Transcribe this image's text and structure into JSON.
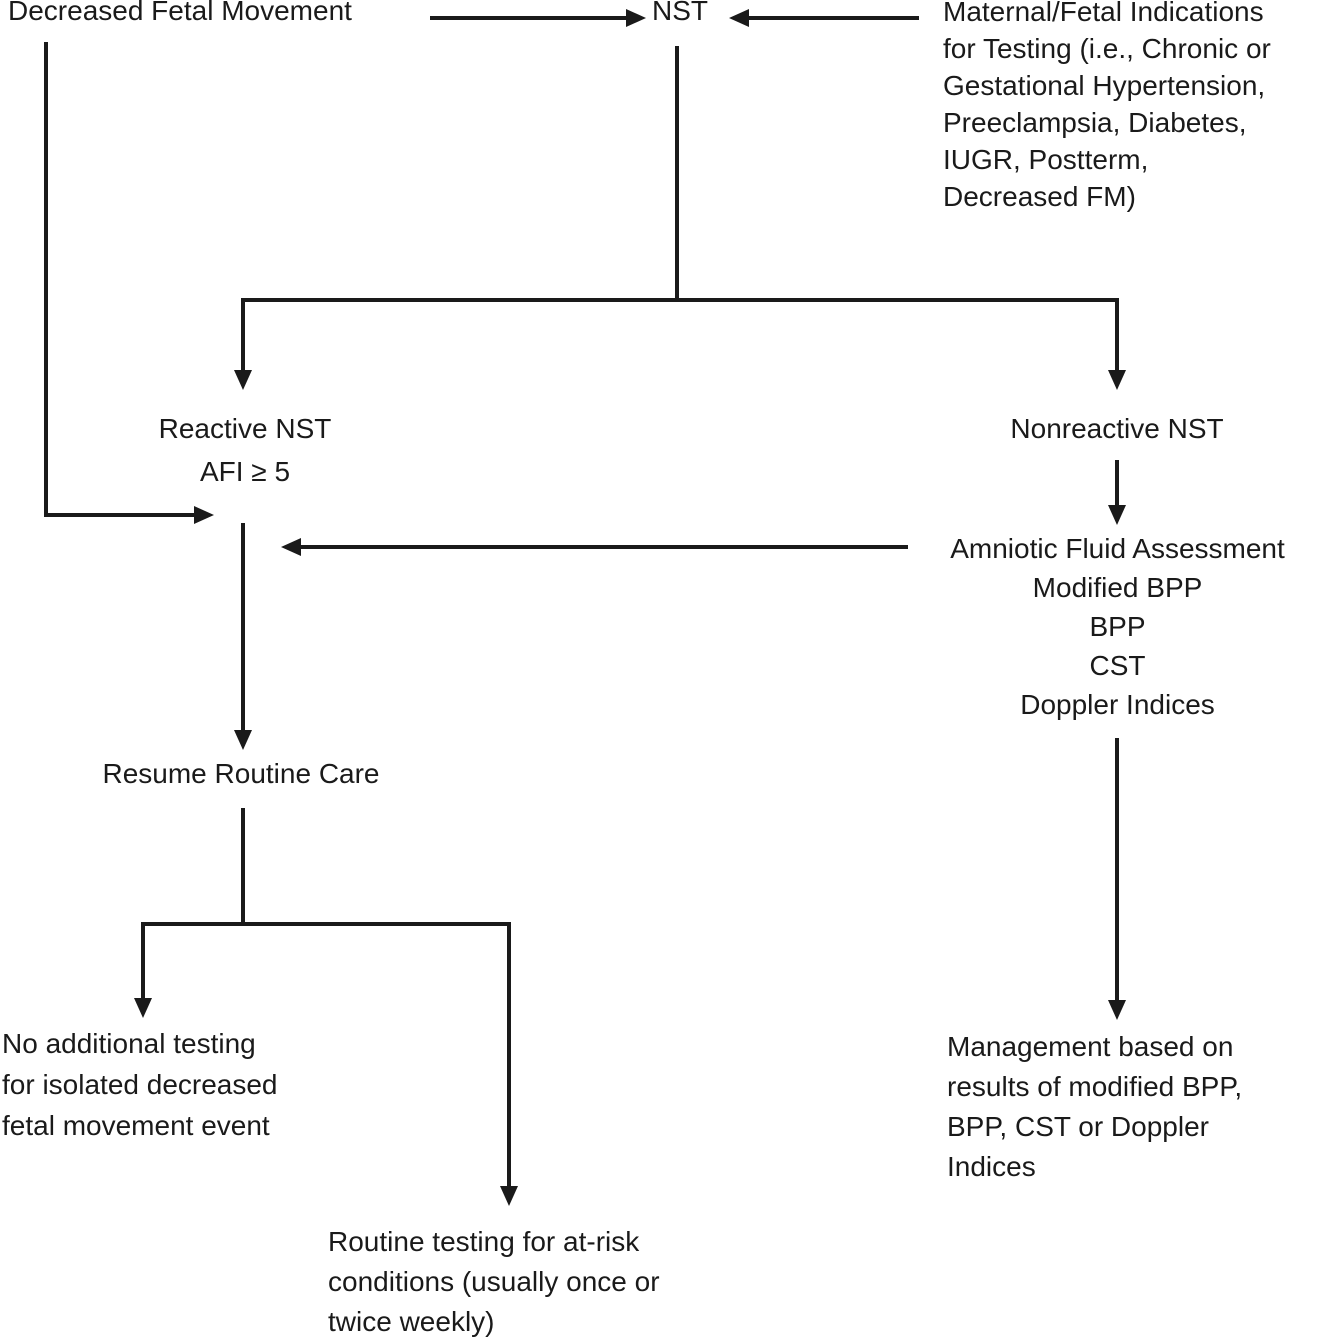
{
  "colors": {
    "ink": "#1a1a1a",
    "background": "#ffffff"
  },
  "nodes": {
    "decreased_fetal_movement": {
      "label": "Decreased Fetal Movement"
    },
    "nst": {
      "label": "NST"
    },
    "indications": {
      "lines": [
        "Maternal/Fetal Indications",
        "for Testing (i.e., Chronic or",
        "Gestational Hypertension,",
        "Preeclampsia, Diabetes,",
        "IUGR, Postterm,",
        "Decreased FM)"
      ]
    },
    "reactive_nst": {
      "lines": [
        "Reactive NST",
        "AFI ≥ 5"
      ]
    },
    "nonreactive_nst": {
      "label": "Nonreactive NST"
    },
    "amniotic_assessment": {
      "lines": [
        "Amniotic Fluid Assessment",
        "Modified BPP",
        "BPP",
        "CST",
        "Doppler Indices"
      ]
    },
    "resume_routine_care": {
      "label": "Resume Routine Care"
    },
    "no_additional_testing": {
      "lines": [
        "No additional testing",
        "for isolated decreased",
        "fetal movement event"
      ]
    },
    "routine_testing": {
      "lines": [
        "Routine testing for at-risk",
        "conditions (usually once or",
        "twice weekly)"
      ]
    },
    "management": {
      "lines": [
        "Management based on",
        "results of modified BPP,",
        "BPP, CST or Doppler",
        "Indices"
      ]
    }
  }
}
